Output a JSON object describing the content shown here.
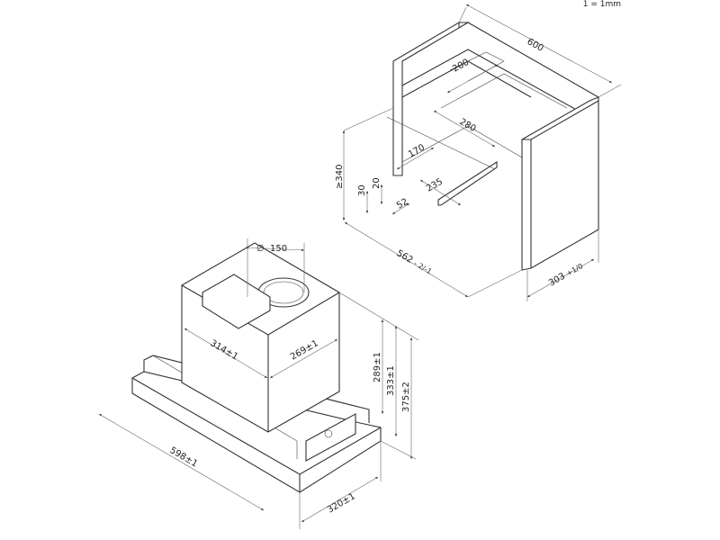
{
  "scale_note": "1 = 1mm",
  "cabinet_dimensions": {
    "width": "600",
    "cutout_depth": "200",
    "cutout_width": "280",
    "height": "≥340",
    "rail_offset": "170",
    "rail_length": "235",
    "d30": "30",
    "d20": "20",
    "d52": "52",
    "inner_width": "562",
    "inner_width_tol": "- 2/-1",
    "depth": "303",
    "depth_tol": "+1/0"
  },
  "hood_dimensions": {
    "duct_diameter": "150",
    "box_width": "314±1",
    "box_depth": "269±1",
    "box_height": "289±1",
    "height_mid": "333±1",
    "total_height": "375±2",
    "total_width": "598±1",
    "total_depth": "320±1"
  }
}
